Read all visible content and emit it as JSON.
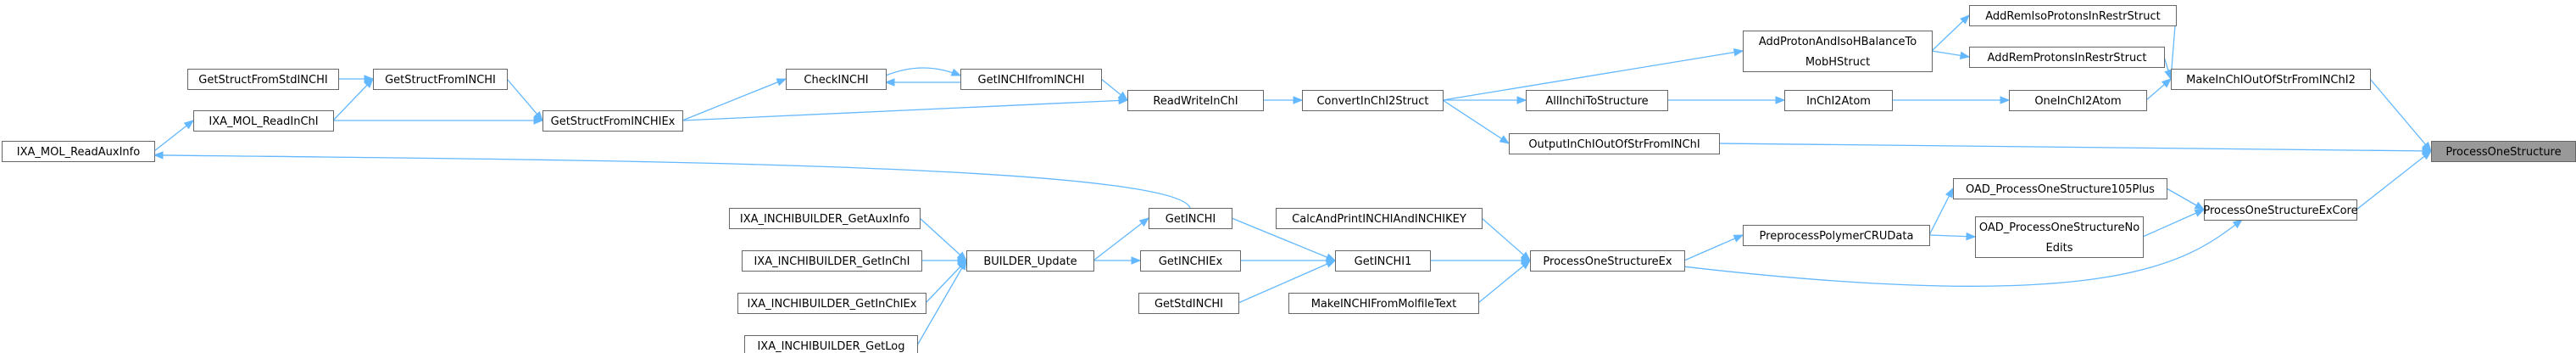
{
  "nodes": [
    {
      "id": "n_pos",
      "label": "ProcessOneStructure",
      "highlight": true
    },
    {
      "id": "n_mkl",
      "label": "MakeInChIOutOfStrFromINChI2"
    },
    {
      "id": "n_pex",
      "label": "ProcessOneStructureExCore"
    },
    {
      "id": "n_arip",
      "label": "AddRemIsoProtonsInRestrStruct"
    },
    {
      "id": "n_arp",
      "label": "AddRemProtonsInRestrStruct"
    },
    {
      "id": "n_oic",
      "label": "OneInChI2Atom"
    },
    {
      "id": "n_apb1",
      "label": "AddProtonAndIsoHBalanceTo"
    },
    {
      "id": "n_apb2",
      "label": "MobHStruct"
    },
    {
      "id": "n_ic2a",
      "label": "InChI2Atom"
    },
    {
      "id": "n_oout",
      "label": "OutputInChIOutOfStrFromINChI"
    },
    {
      "id": "n_all",
      "label": "AllInchiToStructure"
    },
    {
      "id": "n_conv",
      "label": "ConvertInChI2Struct"
    },
    {
      "id": "n_rw",
      "label": "ReadWriteInChI"
    },
    {
      "id": "n_gif",
      "label": "GetINCHIfromINCHI"
    },
    {
      "id": "n_chk",
      "label": "CheckINCHI"
    },
    {
      "id": "n_gsfe",
      "label": "GetStructFromINCHIEx"
    },
    {
      "id": "n_gsf",
      "label": "GetStructFromINCHI"
    },
    {
      "id": "n_gsfs",
      "label": "GetStructFromStdINCHI"
    },
    {
      "id": "n_ixr",
      "label": "IXA_MOL_ReadInChI"
    },
    {
      "id": "n_ixa",
      "label": "IXA_MOL_ReadAuxInfo"
    },
    {
      "id": "n_oad1",
      "label": "OAD_ProcessOneStructure105Plus"
    },
    {
      "id": "n_oad2a",
      "label": "OAD_ProcessOneStructureNo"
    },
    {
      "id": "n_oad2b",
      "label": "Edits"
    },
    {
      "id": "n_pre",
      "label": "PreprocessPolymerCRUData"
    },
    {
      "id": "n_posx",
      "label": "ProcessOneStructureEx"
    },
    {
      "id": "n_calc",
      "label": "CalcAndPrintINCHIAndINCHIKEY"
    },
    {
      "id": "n_gi1",
      "label": "GetINCHI1"
    },
    {
      "id": "n_mkm",
      "label": "MakeINCHIFromMolfileText"
    },
    {
      "id": "n_gi",
      "label": "GetINCHI"
    },
    {
      "id": "n_gie",
      "label": "GetINCHIEx"
    },
    {
      "id": "n_gsi",
      "label": "GetStdINCHI"
    },
    {
      "id": "n_bu",
      "label": "BUILDER_Update"
    },
    {
      "id": "n_ib1",
      "label": "IXA_INCHIBUILDER_GetAuxInfo"
    },
    {
      "id": "n_ib2",
      "label": "IXA_INCHIBUILDER_GetInChI"
    },
    {
      "id": "n_ib3",
      "label": "IXA_INCHIBUILDER_GetInChIEx"
    },
    {
      "id": "n_ib4",
      "label": "IXA_INCHIBUILDER_GetLog"
    }
  ]
}
